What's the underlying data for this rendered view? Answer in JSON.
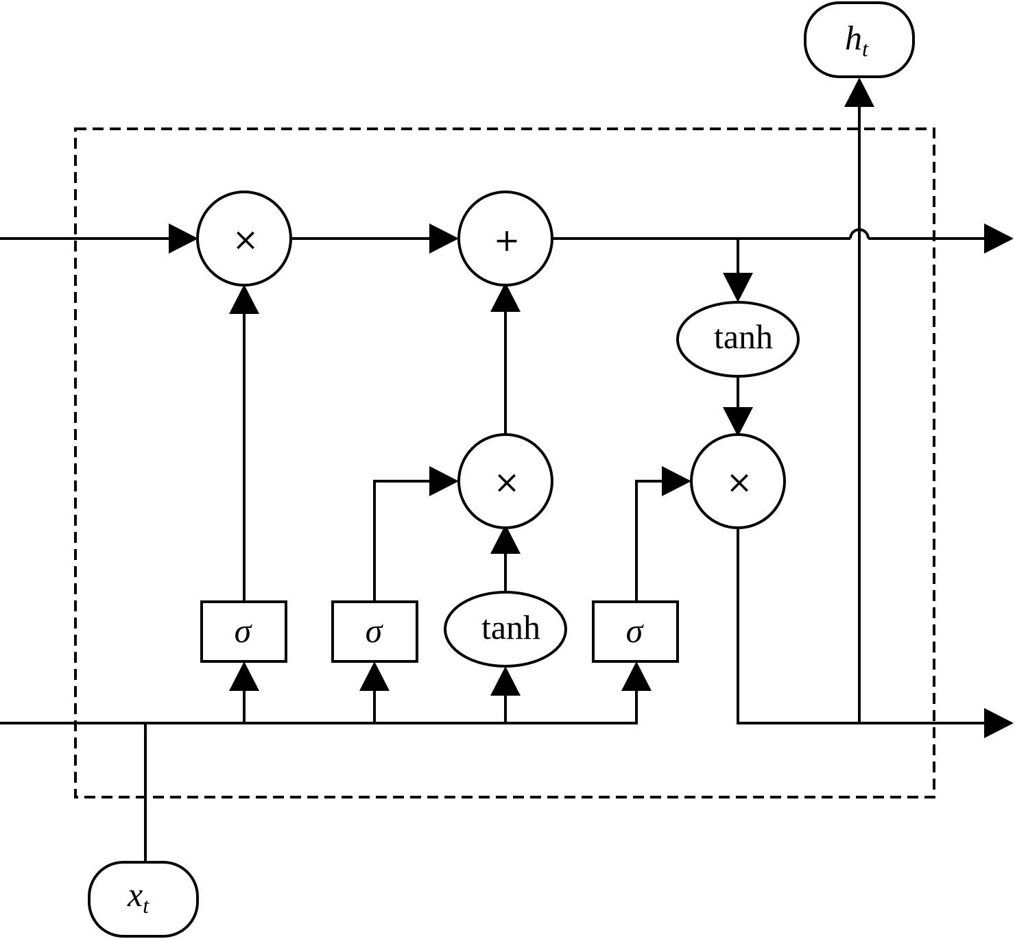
{
  "nodes": {
    "forget_multiply": {
      "symbol": "×"
    },
    "cell_add": {
      "symbol": "+"
    },
    "input_multiply": {
      "symbol": "×"
    },
    "output_multiply": {
      "symbol": "×"
    },
    "cell_tanh": {
      "label": "tanh"
    },
    "candidate_tanh": {
      "label": "tanh"
    },
    "forget_gate": {
      "label": "σ"
    },
    "input_gate": {
      "label": "σ"
    },
    "output_gate": {
      "label": "σ"
    }
  },
  "io": {
    "input": {
      "base": "x",
      "sub": "t"
    },
    "output": {
      "base": "h",
      "sub": "t"
    }
  }
}
